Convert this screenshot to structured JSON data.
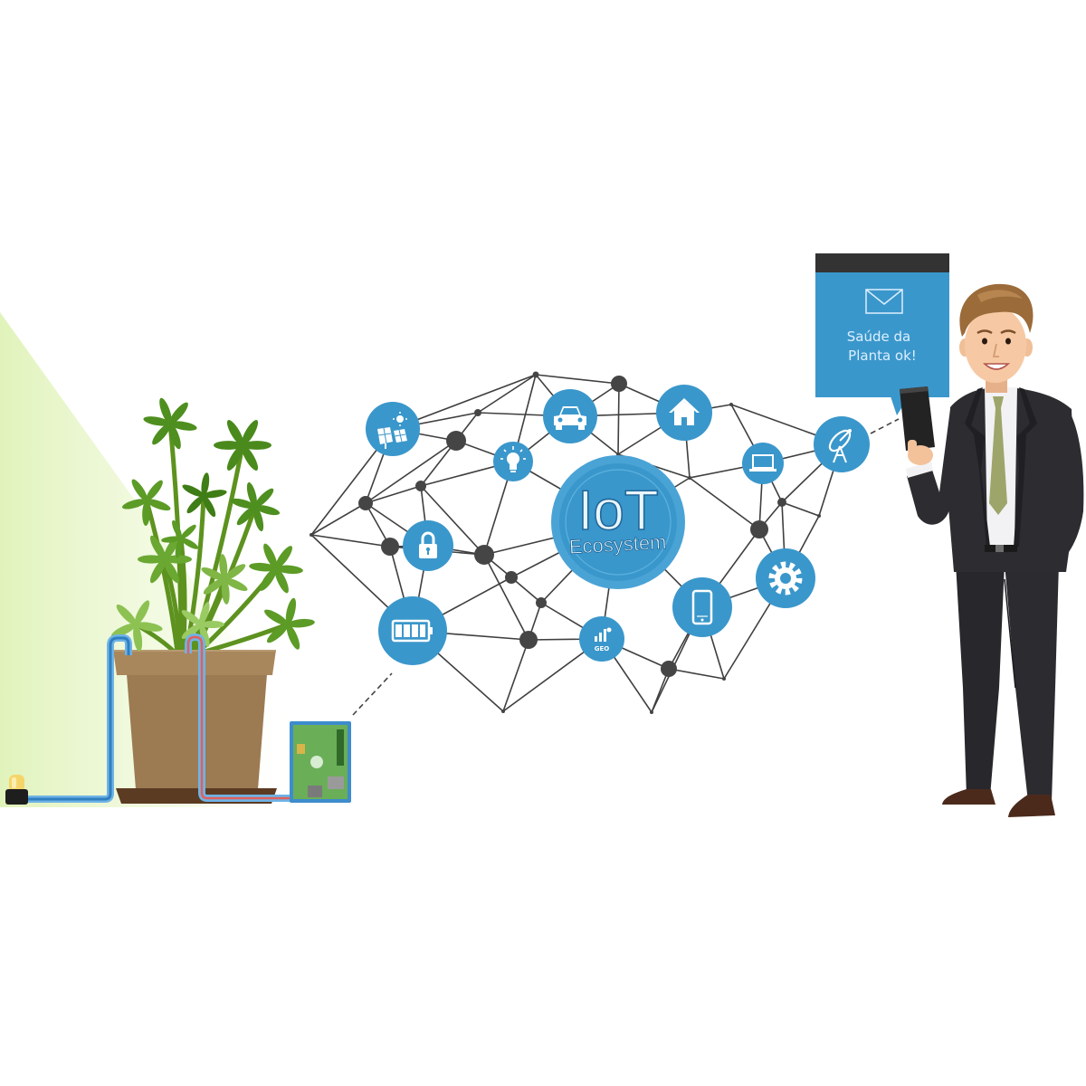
{
  "hub": {
    "title": "IoT",
    "subtitle": "Ecosystem"
  },
  "bubble": {
    "line1": "Saúde da",
    "line2": "Planta ok!",
    "icon": "envelope-icon"
  },
  "geo_icon_label": "GEO",
  "device_icons": [
    "solar-panel-icon",
    "car-icon",
    "house-icon",
    "light-bulb-icon",
    "laptop-icon",
    "satellite-dish-icon",
    "lock-icon",
    "gear-icon",
    "smartphone-icon",
    "geo-chart-icon",
    "battery-icon"
  ],
  "colors": {
    "accent_blue": "#3a97cb",
    "network_lines": "#3f3f3f",
    "network_nodes": "#454545",
    "pot_brown": "#9c7a52",
    "light_beam": "#e3f4bf",
    "suit": "#2c2c31",
    "tie": "#9ea56b",
    "bubble_header": "#333333"
  }
}
